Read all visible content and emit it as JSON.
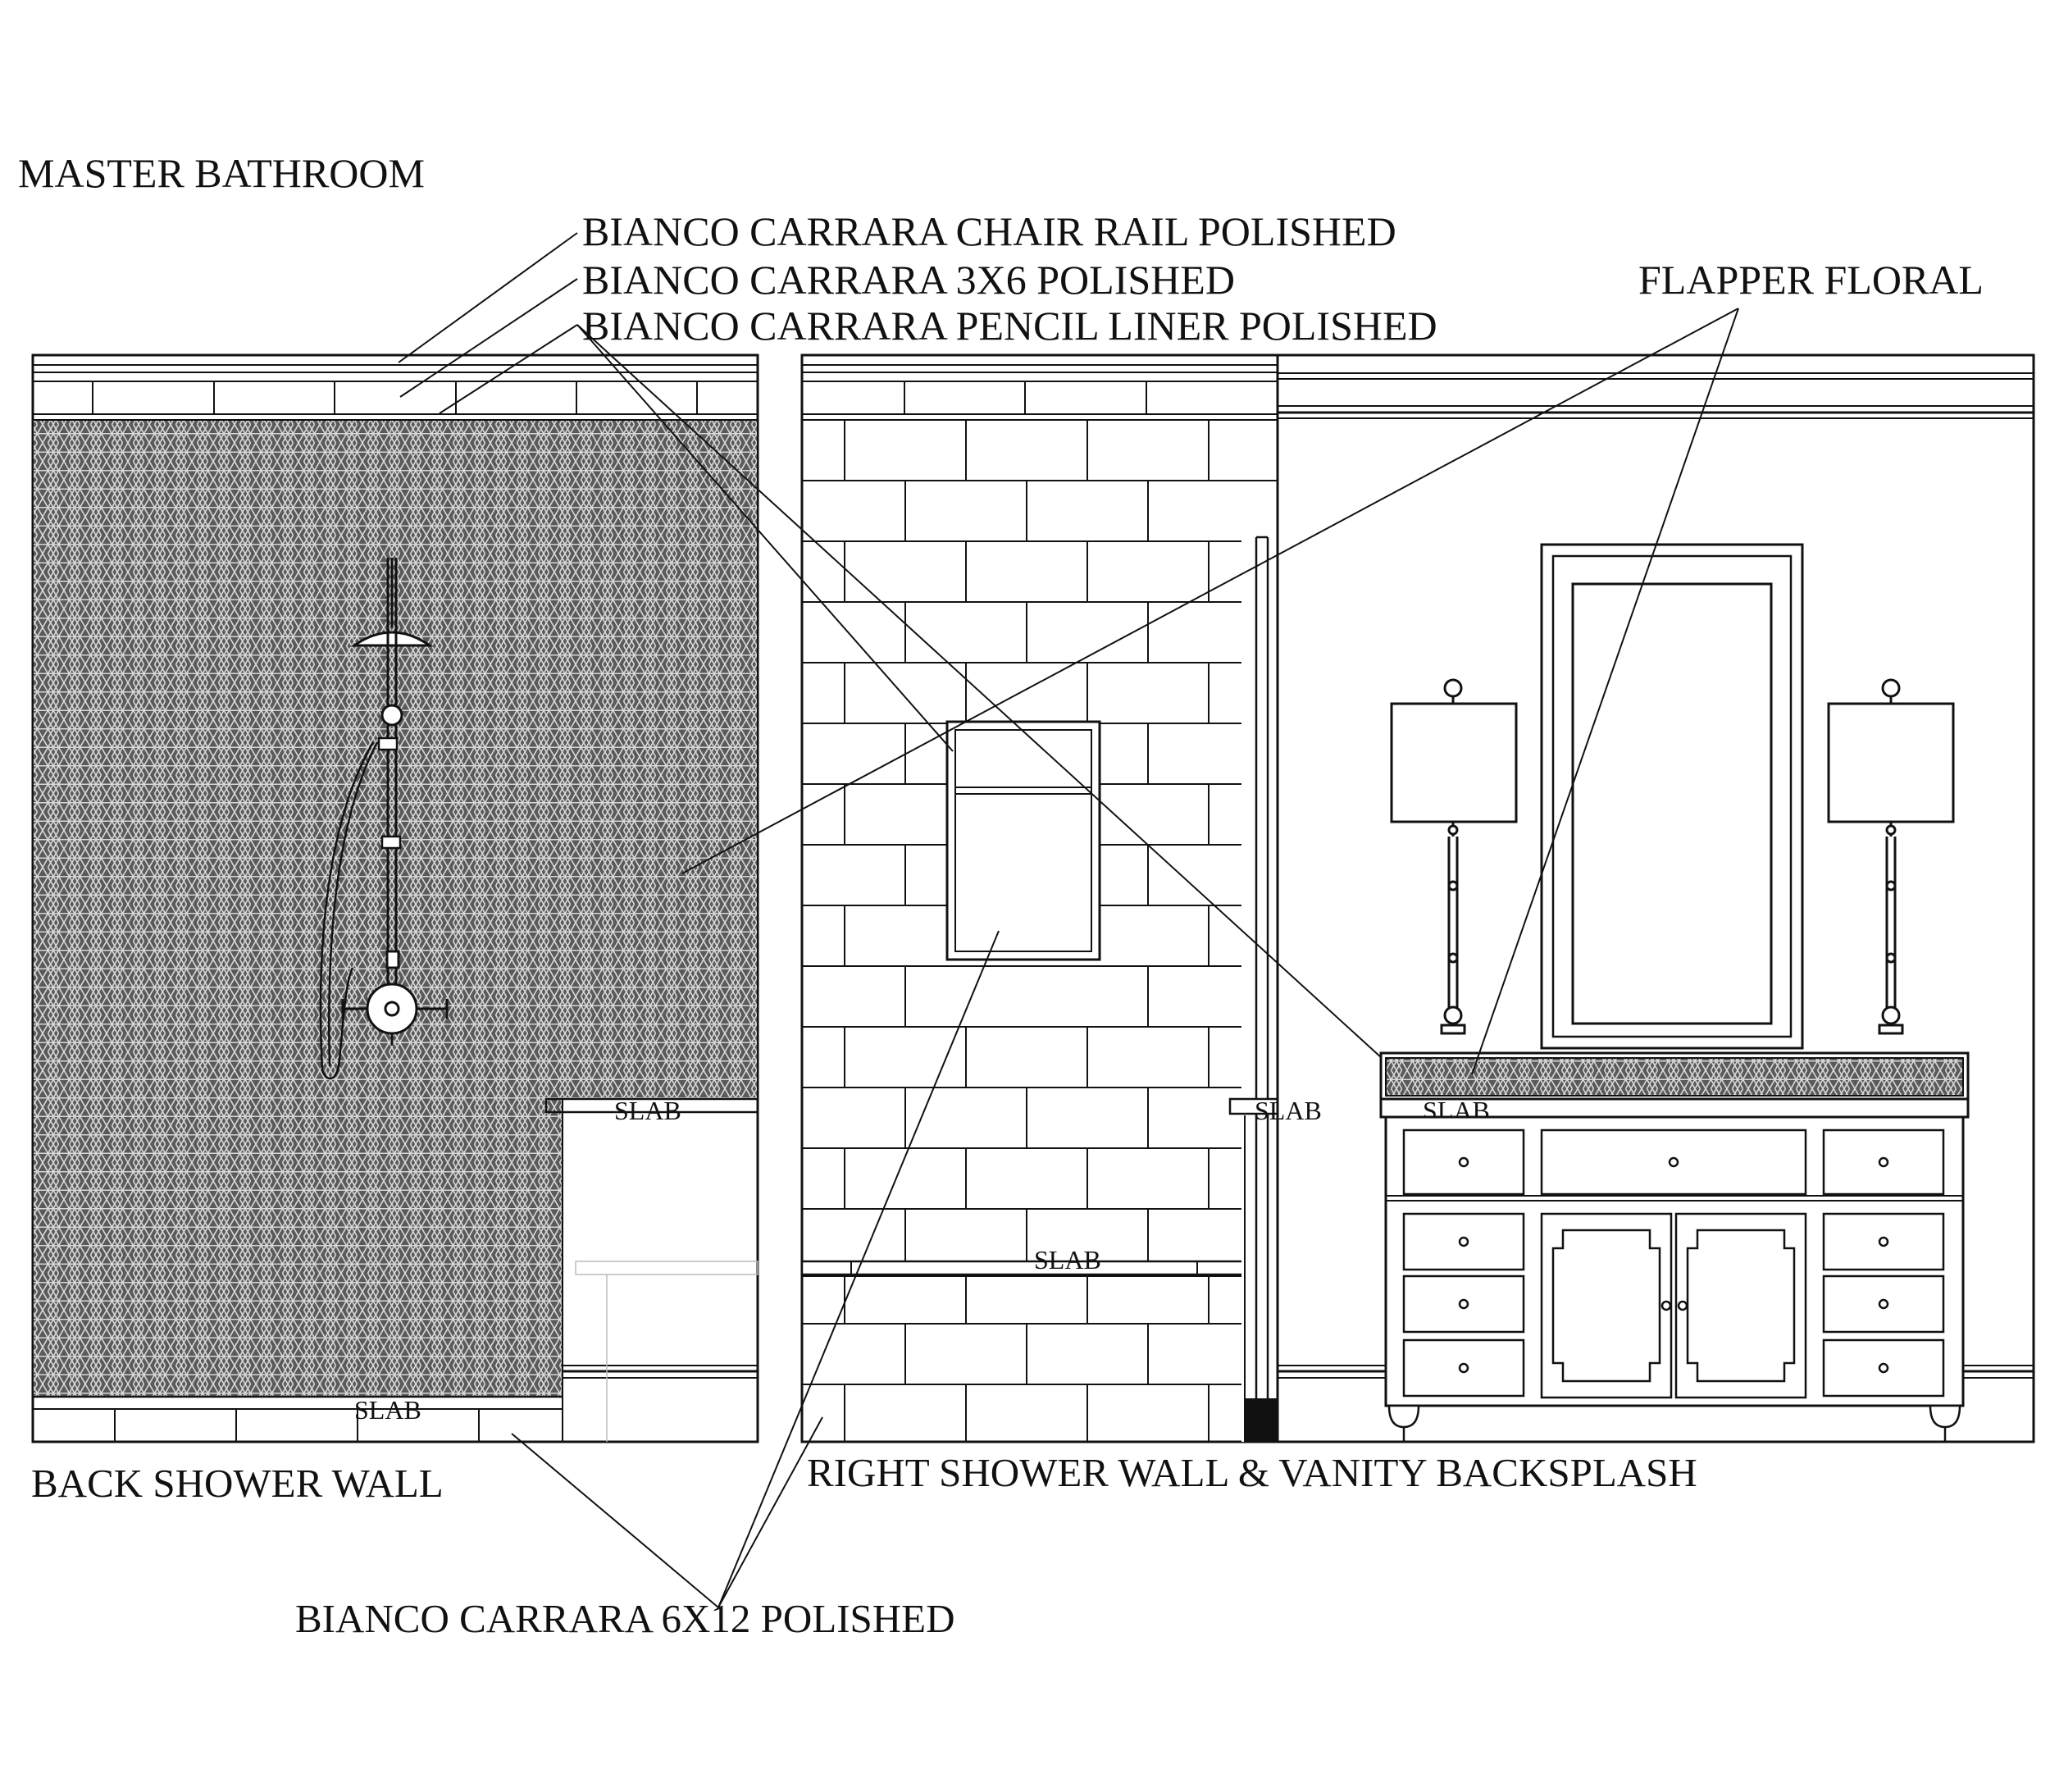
{
  "title": "MASTER BATHROOM",
  "callouts": {
    "chair_rail": "BIANCO CARRARA CHAIR RAIL POLISHED",
    "tile_3x6": "BIANCO CARRARA 3X6 POLISHED",
    "pencil_liner": "BIANCO CARRARA PENCIL LINER POLISHED",
    "flapper_floral": "FLAPPER FLORAL",
    "tile_6x12": "BIANCO CARRARA 6X12 POLISHED"
  },
  "views": {
    "back_wall": "BACK SHOWER WALL",
    "right_wall": "RIGHT SHOWER WALL & VANITY BACKSPLASH"
  },
  "slab_label": "SLAB",
  "colors": {
    "line": "#111111",
    "pattern_fill": "#5a5a5a",
    "pattern_line": "#d8d8d8"
  },
  "icons": [
    "rain-shower-head-icon",
    "hand-shower-icon",
    "mixer-valve-icon",
    "table-lamp-icon",
    "mirror-icon",
    "vanity-cabinet-icon"
  ]
}
